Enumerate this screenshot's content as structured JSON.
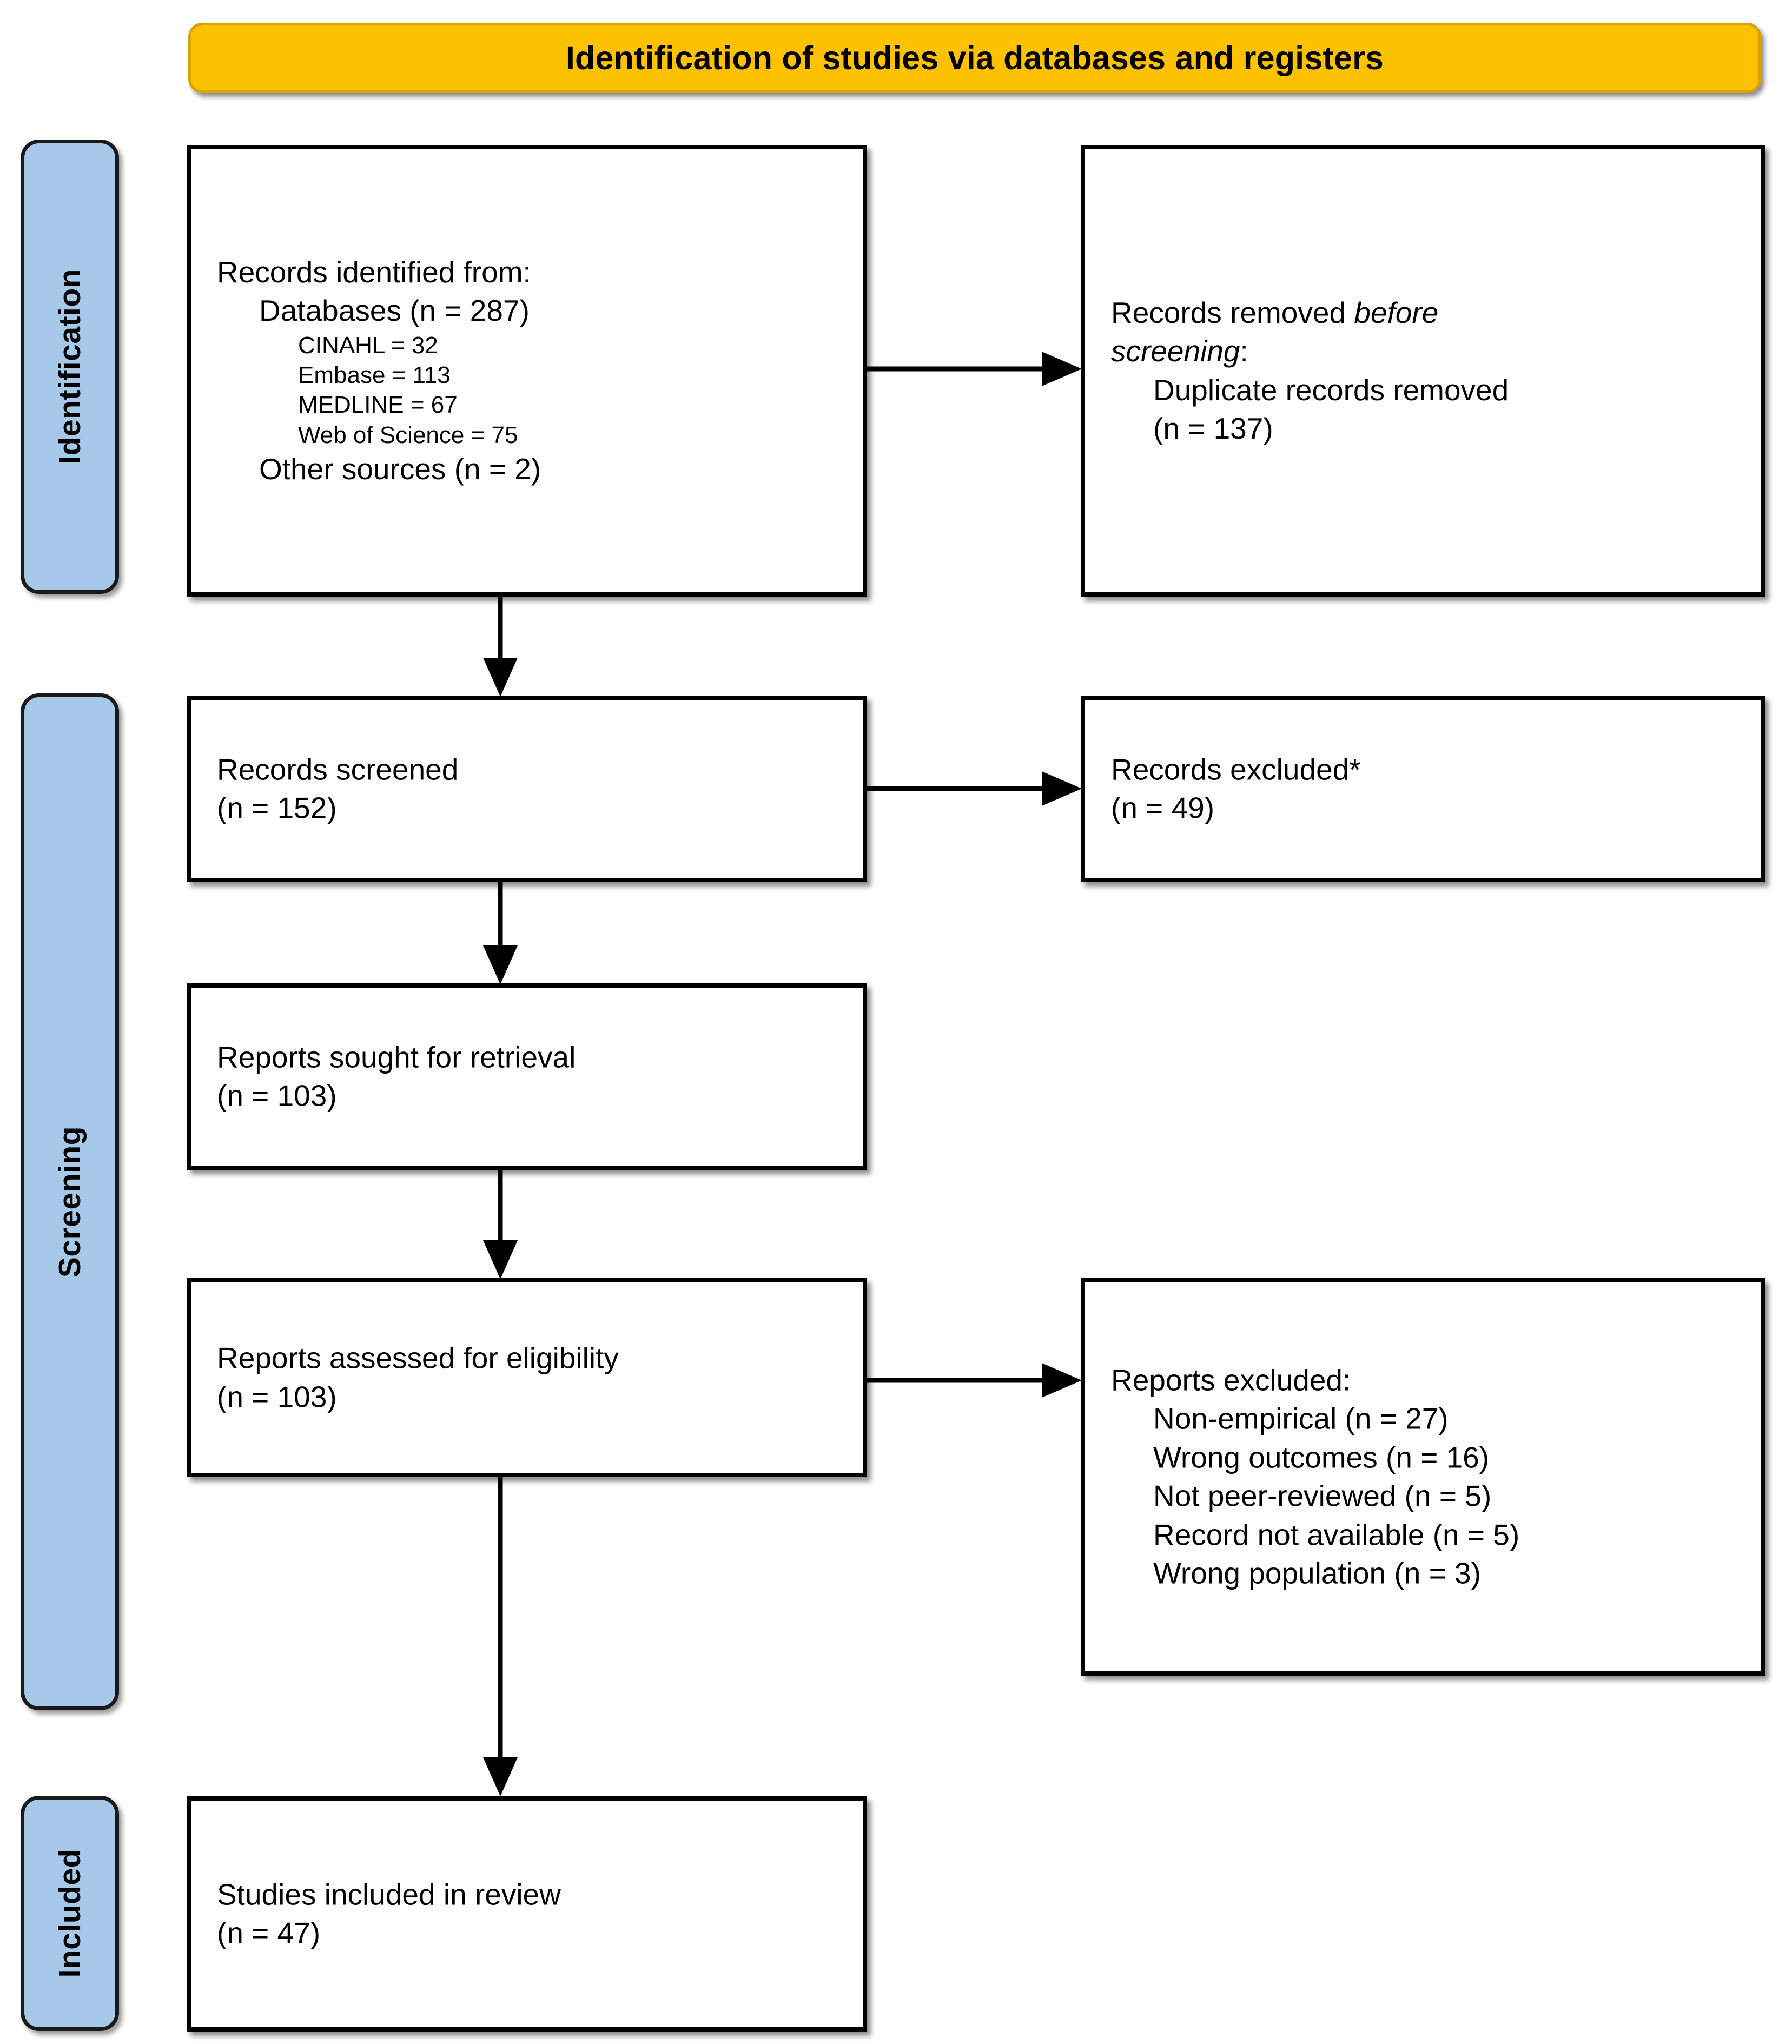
{
  "banner": {
    "title": "Identification of studies via databases and registers",
    "fill": "#fcc200",
    "border": "#d9a400"
  },
  "stages": [
    {
      "id": "identification",
      "label": "Identification",
      "fill": "#a6c9e9"
    },
    {
      "id": "screening",
      "label": "Screening",
      "fill": "#a6c9e9"
    },
    {
      "id": "included",
      "label": "Included",
      "fill": "#a6c9e9"
    }
  ],
  "boxes": {
    "identified": {
      "l1": "Records identified from:",
      "l2": "Databases (n = 287)",
      "l3": "CINAHL = 32",
      "l4": "Embase = 113",
      "l5": "MEDLINE = 67",
      "l6": "Web of Science = 75",
      "l7": "Other sources (n = 2)"
    },
    "removed": {
      "l1a": "Records removed ",
      "l1b": "before",
      "l2a": "screening",
      "l2b": ":",
      "l3": "Duplicate records removed",
      "l4": "(n = 137)"
    },
    "screened": {
      "l1": "Records screened",
      "l2": "(n = 152)"
    },
    "records_excluded": {
      "l1": "Records excluded*",
      "l2": "(n = 49)"
    },
    "sought": {
      "l1": "Reports sought for retrieval",
      "l2": "(n = 103)"
    },
    "assessed": {
      "l1": "Reports assessed for eligibility",
      "l2": "(n = 103)"
    },
    "reports_excluded": {
      "l1": "Reports excluded:",
      "l2": "Non-empirical (n = 27)",
      "l3": "Wrong outcomes (n = 16)",
      "l4": "Not peer-reviewed (n = 5)",
      "l5": "Record not available (n = 5)",
      "l6": "Wrong population (n = 3)"
    },
    "included": {
      "l1": "Studies included in review",
      "l2": "(n = 47)"
    }
  },
  "chart_data": {
    "type": "diagram",
    "title": "Identification of studies via databases and registers",
    "nodes": [
      {
        "stage": "Identification",
        "name": "Records identified from",
        "databases_n": 287,
        "other_sources_n": 2,
        "sources": [
          {
            "name": "CINAHL",
            "n": 32
          },
          {
            "name": "Embase",
            "n": 113
          },
          {
            "name": "MEDLINE",
            "n": 67
          },
          {
            "name": "Web of Science",
            "n": 75
          }
        ]
      },
      {
        "stage": "Identification",
        "name": "Records removed before screening: Duplicate records removed",
        "n": 137
      },
      {
        "stage": "Screening",
        "name": "Records screened",
        "n": 152
      },
      {
        "stage": "Screening",
        "name": "Records excluded*",
        "n": 49
      },
      {
        "stage": "Screening",
        "name": "Reports sought for retrieval",
        "n": 103
      },
      {
        "stage": "Screening",
        "name": "Reports assessed for eligibility",
        "n": 103
      },
      {
        "stage": "Screening",
        "name": "Reports excluded",
        "reasons": [
          {
            "reason": "Non-empirical",
            "n": 27
          },
          {
            "reason": "Wrong outcomes",
            "n": 16
          },
          {
            "reason": "Not peer-reviewed",
            "n": 5
          },
          {
            "reason": "Record not available",
            "n": 5
          },
          {
            "reason": "Wrong population",
            "n": 3
          }
        ]
      },
      {
        "stage": "Included",
        "name": "Studies included in review",
        "n": 47
      }
    ]
  }
}
